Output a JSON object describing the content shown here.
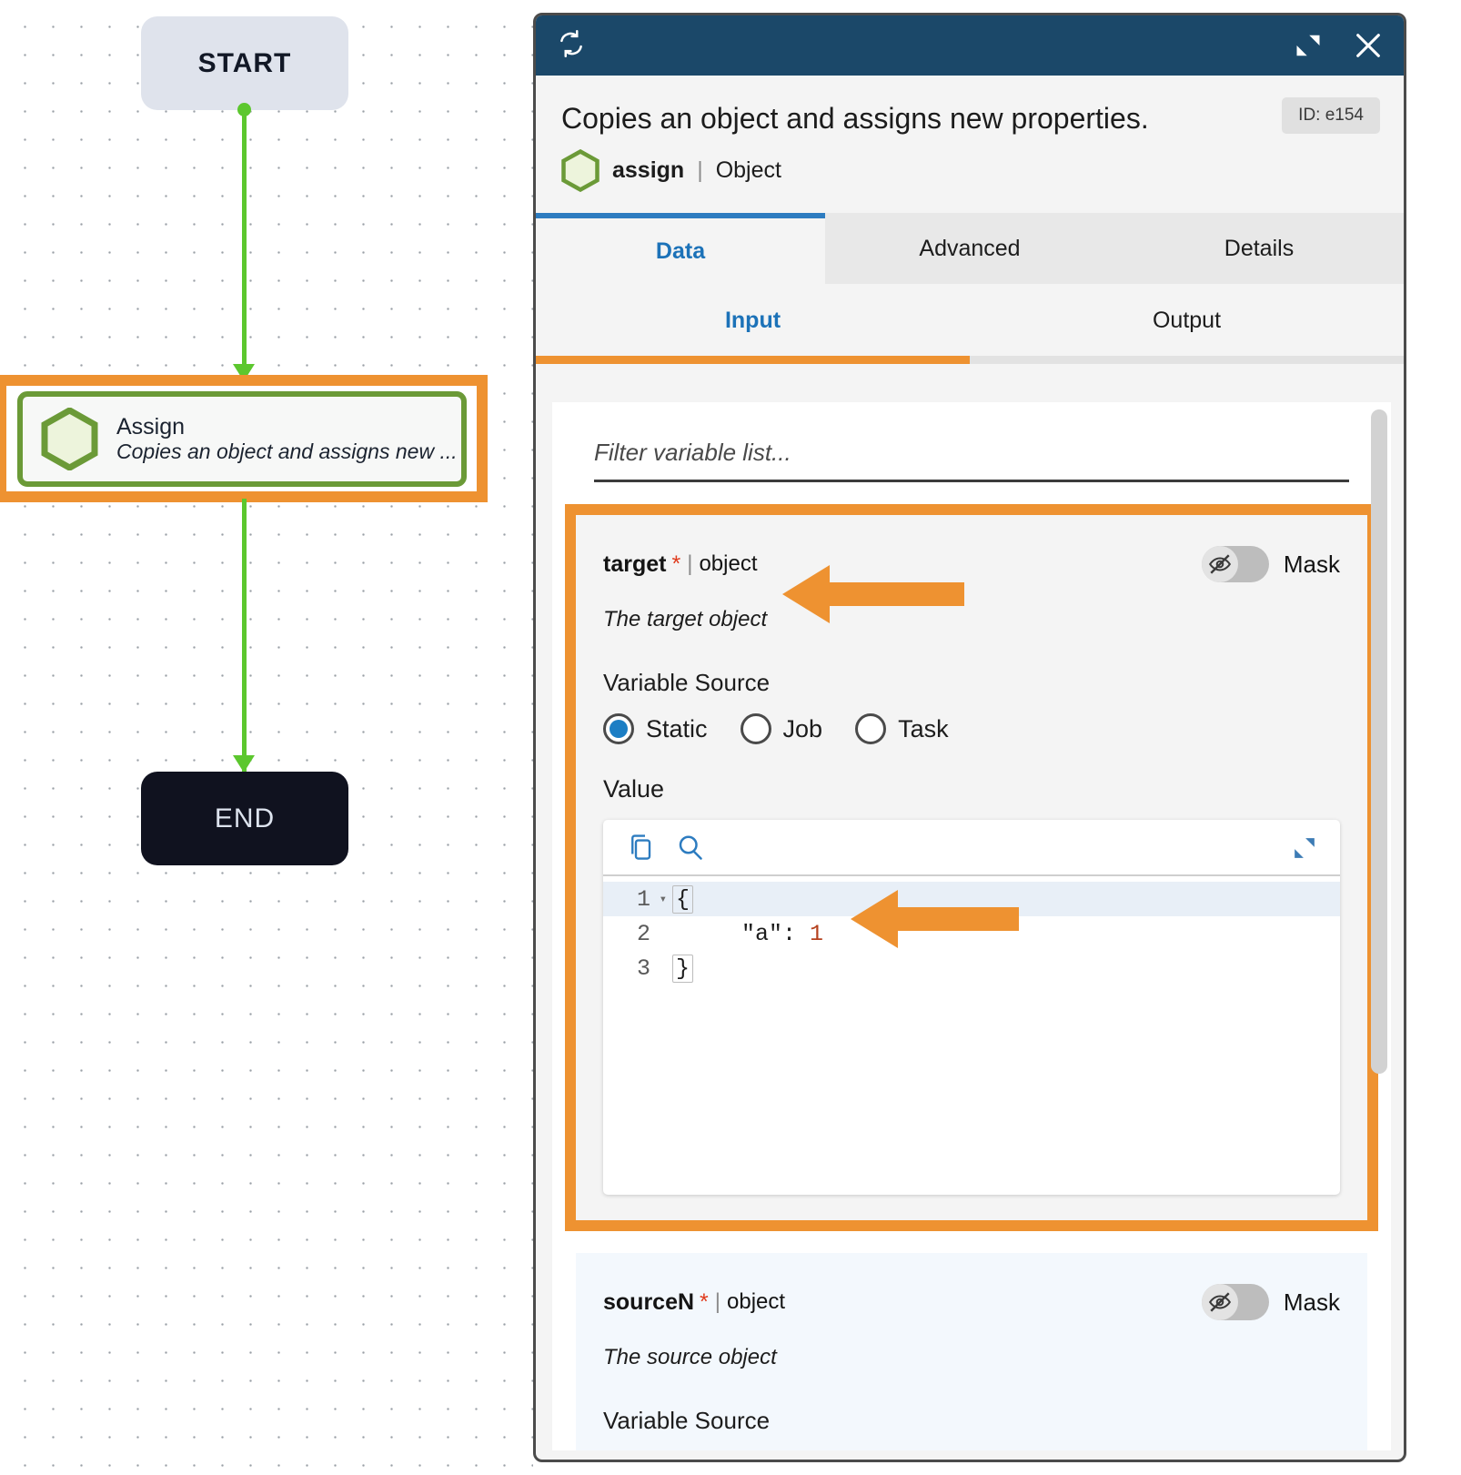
{
  "canvas": {
    "nodes": [
      {
        "name": "start-node",
        "label": "START"
      },
      {
        "name": "assign-node",
        "title": "Assign",
        "subtitle": "Copies an object and assigns new ...",
        "icon": "hexagon-icon"
      },
      {
        "name": "end-node",
        "label": "END"
      }
    ],
    "colors": {
      "edge": "#5cc72e",
      "highlight": "#ee9231",
      "node_border": "#6b9a37",
      "start_bg": "#dfe3ec",
      "end_bg": "#10121f"
    }
  },
  "dialog": {
    "header": {
      "sync_icon": "sync-icon",
      "restore_icon": "restore-window-icon",
      "close_icon": "close-icon",
      "bg": "#1b4869"
    },
    "title": "Copies an object and assigns new properties.",
    "id_badge": "ID: e154",
    "subline": {
      "icon": "hexagon-icon",
      "name": "assign",
      "separator": "|",
      "type": "Object"
    },
    "tabs": [
      {
        "label": "Data",
        "active": true
      },
      {
        "label": "Advanced",
        "active": false
      },
      {
        "label": "Details",
        "active": false
      }
    ],
    "subtabs": [
      {
        "label": "Input",
        "active": true
      },
      {
        "label": "Output",
        "active": false
      }
    ],
    "filter": {
      "placeholder": "Filter variable list...",
      "value": ""
    },
    "variables": [
      {
        "name": "target",
        "required": "*",
        "separator": "|",
        "type": "object",
        "description": "The target object",
        "mask": {
          "label": "Mask",
          "enabled": false,
          "icon": "eye-off-icon"
        },
        "source_label": "Variable Source",
        "source_options": [
          {
            "label": "Static",
            "selected": true
          },
          {
            "label": "Job",
            "selected": false
          },
          {
            "label": "Task",
            "selected": false
          }
        ],
        "value_label": "Value",
        "editor": {
          "copy_icon": "copy-icon",
          "search_icon": "search-icon",
          "expand_icon": "expand-icon",
          "lines": [
            {
              "number": "1",
              "fold": "▾",
              "text": "{"
            },
            {
              "number": "2",
              "fold": "",
              "text": "    \"a\": 1",
              "key": "\"a\":",
              "num": "1"
            },
            {
              "number": "3",
              "fold": "",
              "text": "}"
            }
          ]
        },
        "highlighted": true
      },
      {
        "name": "sourceN",
        "required": "*",
        "separator": "|",
        "type": "object",
        "description": "The source object",
        "mask": {
          "label": "Mask",
          "enabled": false,
          "icon": "eye-off-icon"
        },
        "source_label": "Variable Source",
        "highlighted": false
      }
    ],
    "annotations": [
      {
        "name": "arrow-to-target-description",
        "color": "#ee9231"
      },
      {
        "name": "arrow-to-code-value",
        "color": "#ee9231"
      }
    ]
  }
}
